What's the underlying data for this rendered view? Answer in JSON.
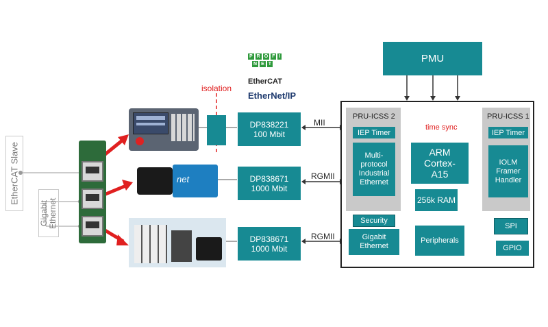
{
  "logos": {
    "profinet": "PROFI NET",
    "ethercat": "EtherCAT",
    "ethernet_ip": "EtherNet/IP"
  },
  "labels": {
    "isolation": "isolation",
    "ethercat_slave": "EtherCAT Slave",
    "gigabit_ethernet": "Gigabit Ethernet",
    "time_sync": "time sync"
  },
  "phys": [
    {
      "name": "DP838221",
      "speed": "100 Mbit",
      "iface": "MII"
    },
    {
      "name": "DP838671",
      "speed": "1000 Mbit",
      "iface": "RGMII"
    },
    {
      "name": "DP838671",
      "speed": "1000 Mbit",
      "iface": "RGMII"
    }
  ],
  "soc": {
    "pmu": "PMU",
    "pru2": {
      "title": "PRU-ICSS 2",
      "iep": "IEP Timer",
      "app": "Multi-protocol Industrial Ethernet"
    },
    "pru1": {
      "title": "PRU-ICSS 1",
      "iep": "IEP Timer",
      "app": "IOLM Framer Handler"
    },
    "arm": "ARM Cortex-A15",
    "ram": "256k RAM",
    "peripherals": "Peripherals",
    "security": "Security",
    "gige": "Gigabit Ethernet",
    "spi": "SPI",
    "gpio": "GPIO"
  },
  "colors": {
    "teal": "#178a93",
    "gray": "#c9c9c9",
    "red": "#e02020"
  }
}
